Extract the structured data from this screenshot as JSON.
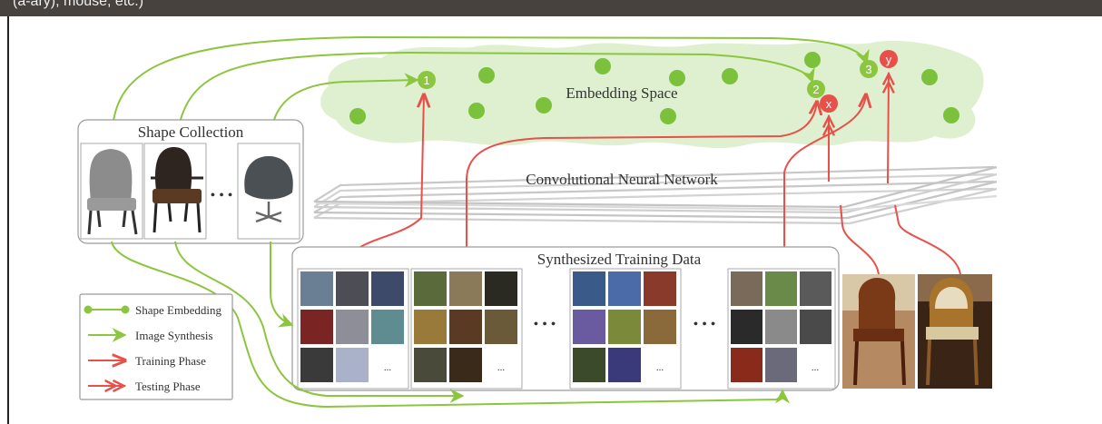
{
  "header": {
    "text": "(a-ary), mouse, etc.)"
  },
  "diagram": {
    "embedding_space_label": "Embedding Space",
    "cnn_label": "Convolutional Neural Network",
    "shape_collection_label": "Shape Collection",
    "training_data_label": "Synthesized Training Data",
    "ellipsis": "• • •",
    "small_ellipsis": "...",
    "markers": {
      "m1": "1",
      "m2": "2",
      "m3": "3",
      "x": "x",
      "y": "y"
    },
    "legend": {
      "shape_embedding": "Shape Embedding",
      "image_synthesis": "Image Synthesis",
      "training_phase": "Training Phase",
      "testing_phase": "Testing Phase"
    },
    "colors": {
      "green": "#8cc63f",
      "red": "#e8504a",
      "cloud": "#dff0d0",
      "dot": "#7cc13c"
    }
  }
}
